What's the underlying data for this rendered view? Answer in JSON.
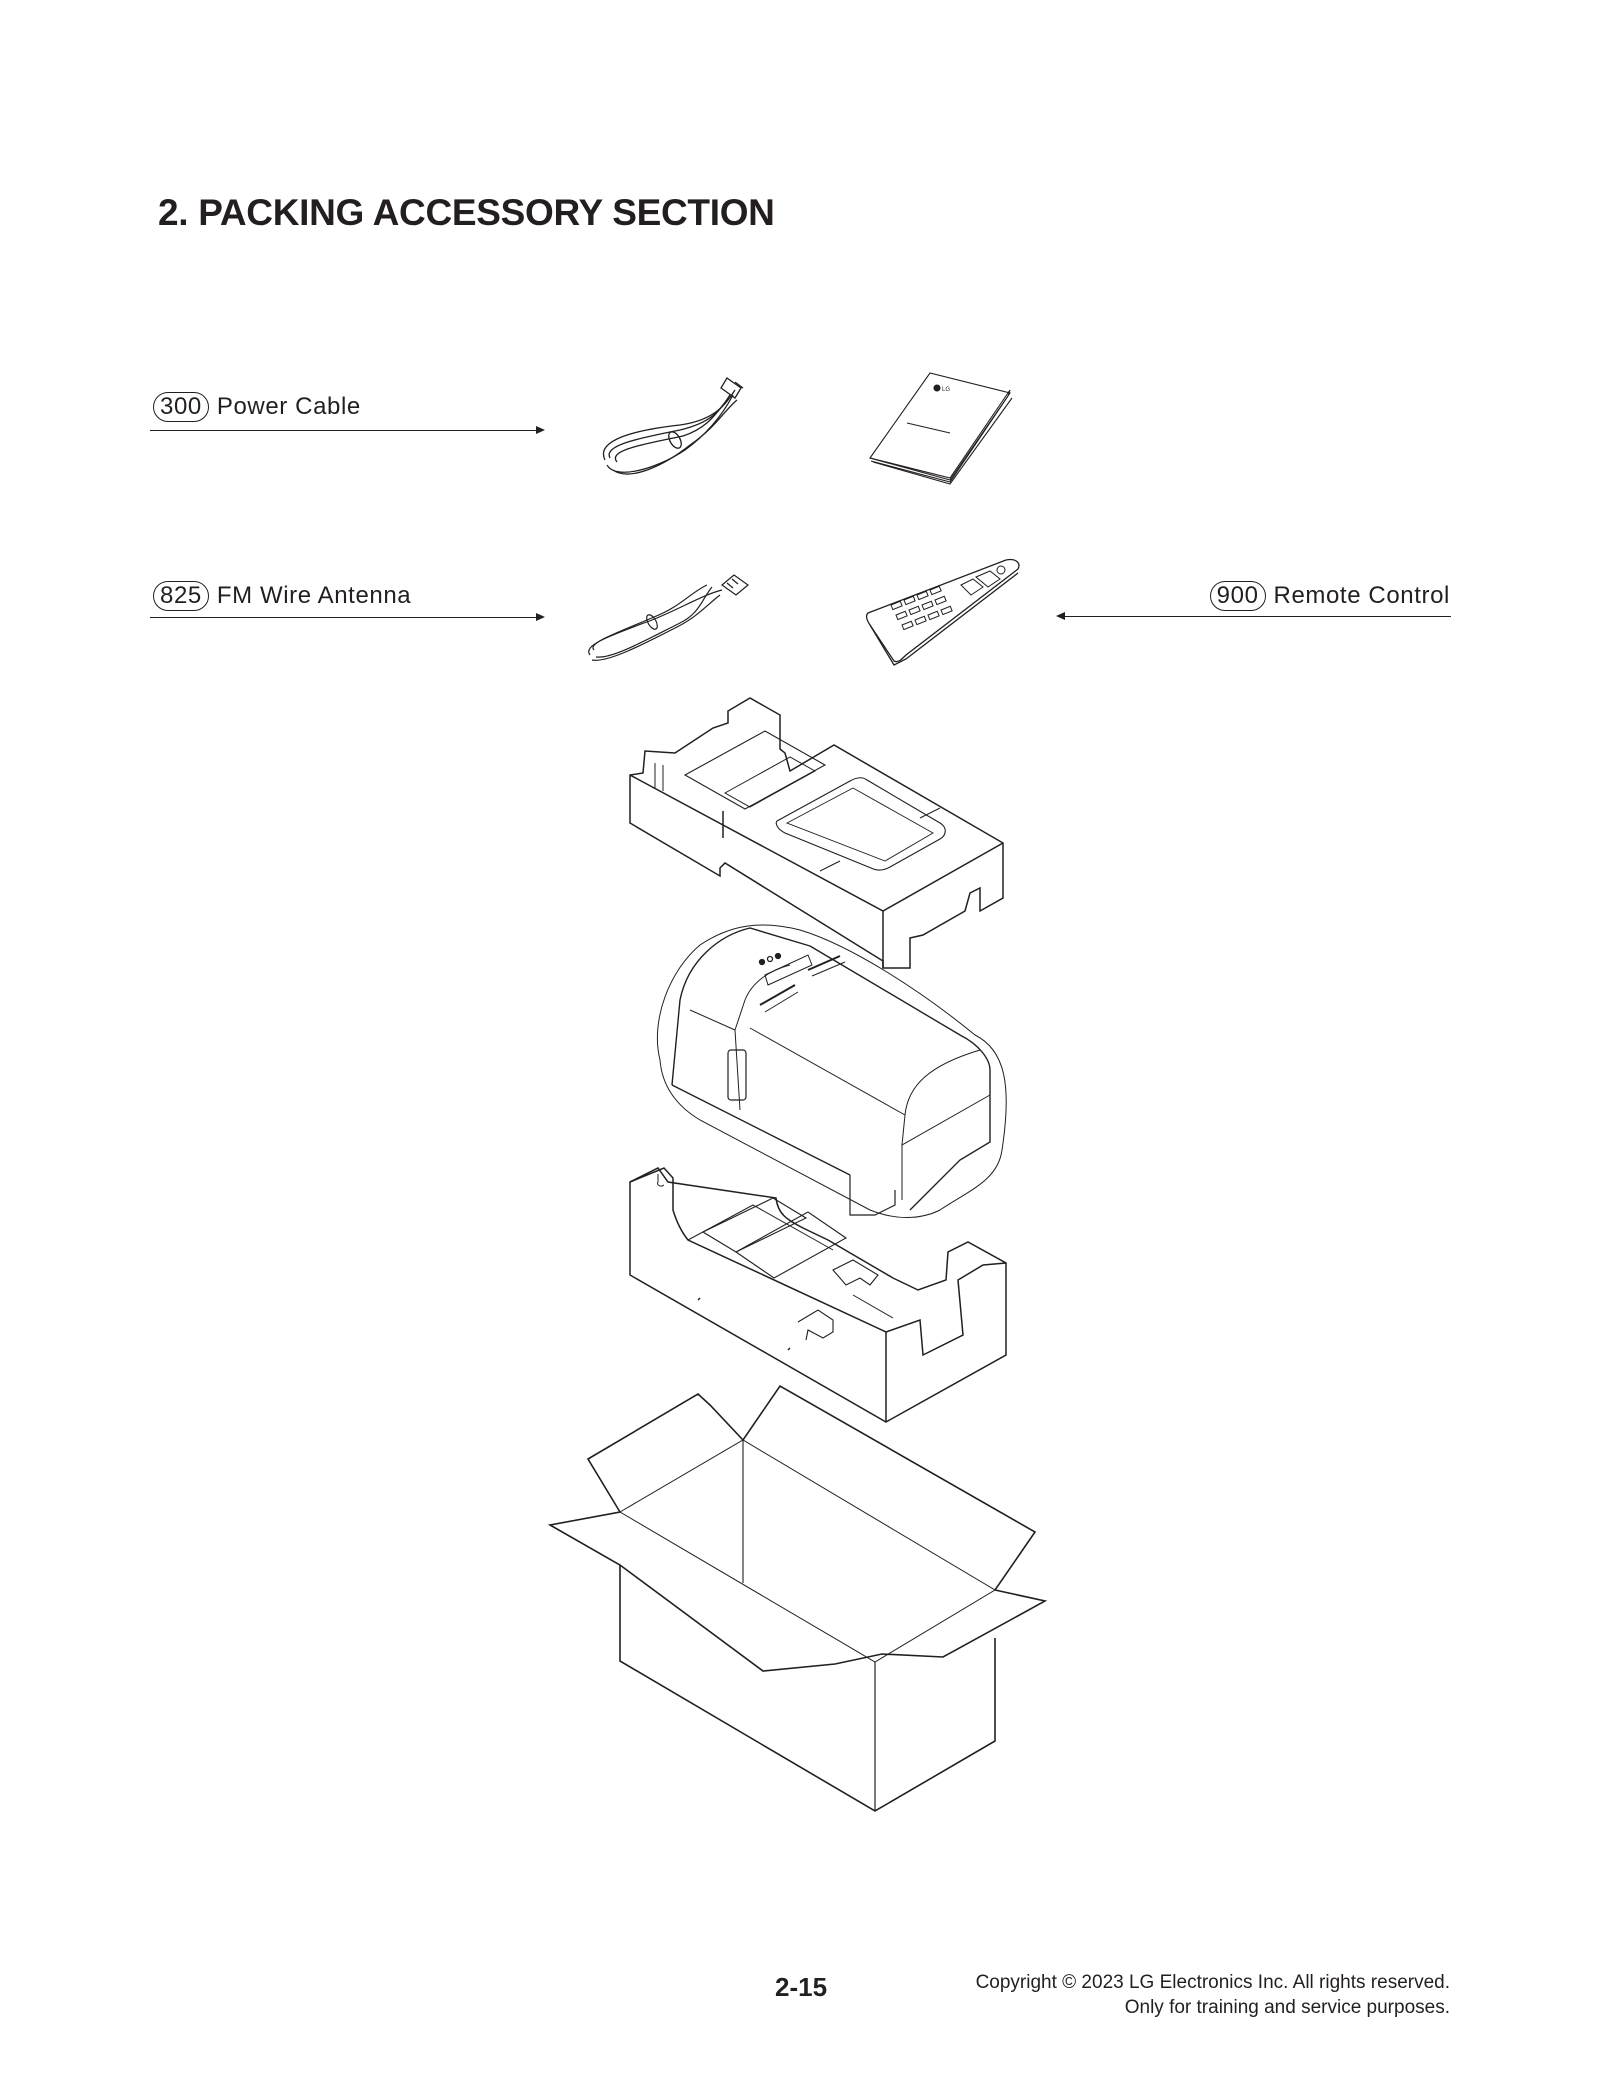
{
  "page": {
    "title": "2. PACKING ACCESSORY SECTION",
    "page_number": "2-15",
    "copyright_line1": "Copyright © 2023 LG Electronics Inc. All rights reserved.",
    "copyright_line2": "Only for training and service purposes."
  },
  "callouts": [
    {
      "number": "300",
      "label": "Power Cable",
      "arrow": "right"
    },
    {
      "number": "825",
      "label": "FM Wire Antenna",
      "arrow": "right"
    },
    {
      "number": "900",
      "label": "Remote Control",
      "arrow": "left"
    }
  ],
  "illustrations": [
    {
      "name": "power-cable",
      "icon": "coiled-power-cable-icon"
    },
    {
      "name": "owners-manual",
      "icon": "manual-booklet-icon",
      "brand_mark": "LG"
    },
    {
      "name": "fm-wire-antenna",
      "icon": "coiled-antenna-wire-icon"
    },
    {
      "name": "remote-control",
      "icon": "remote-control-icon"
    },
    {
      "name": "top-foam-packing",
      "icon": "foam-cushion-top-icon"
    },
    {
      "name": "speaker-unit-in-bag",
      "icon": "speaker-in-bag-icon"
    },
    {
      "name": "bottom-foam-packing",
      "icon": "foam-cushion-bottom-icon"
    },
    {
      "name": "shipping-carton",
      "icon": "open-carton-box-icon"
    }
  ],
  "colors": {
    "ink": "#231f20",
    "background": "#ffffff"
  }
}
